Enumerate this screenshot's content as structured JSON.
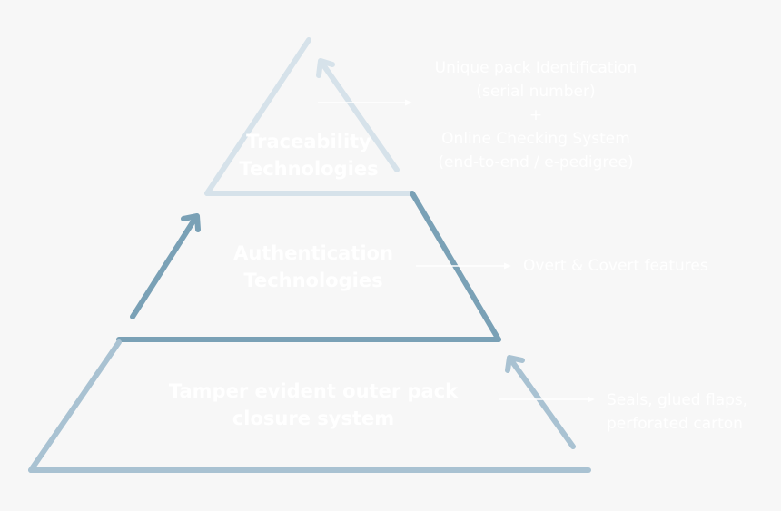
{
  "tiers": [
    {
      "id": "traceability",
      "label_lines": [
        "Traceability",
        "Technologies"
      ],
      "color": "#d6e2ea",
      "note_lines": [
        "Unique pack Identification",
        "(serial number)",
        "+",
        "Online Checking System",
        "(end-to-end / e-pedigree)"
      ]
    },
    {
      "id": "authentication",
      "label_lines": [
        "Authentication",
        "Technologies"
      ],
      "color": "#7aa1b6",
      "note_lines": [
        "Overt & Covert features"
      ]
    },
    {
      "id": "tamper",
      "label_lines": [
        "Tamper evident outer pack",
        "closure system"
      ],
      "color": "#a9c2d2",
      "note_lines": [
        "Seals, glued flaps,",
        "perforated carton"
      ]
    }
  ],
  "colors": {
    "background": "#f7f7f7",
    "text": "#ffffff",
    "connector": "#ffffff"
  }
}
